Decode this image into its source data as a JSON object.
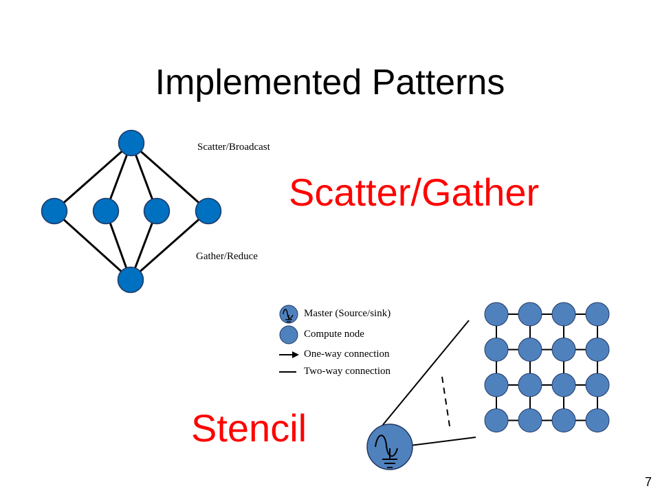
{
  "slide": {
    "title": "Implemented Patterns",
    "page_number": "7"
  },
  "scatter_gather": {
    "heading": "Scatter/Gather",
    "top_label": "Scatter/Broadcast",
    "bottom_label": "Gather/Reduce",
    "node_color": "#0070c0"
  },
  "stencil": {
    "heading": "Stencil",
    "grid_rows": 4,
    "grid_cols": 4,
    "node_color": "#4f81bd",
    "legend": {
      "master": "Master (Source/sink)",
      "compute": "Compute node",
      "one_way": "One-way connection",
      "two_way": "Two-way connection"
    }
  },
  "colors": {
    "heading_red": "#ff0000",
    "line": "#000000"
  }
}
